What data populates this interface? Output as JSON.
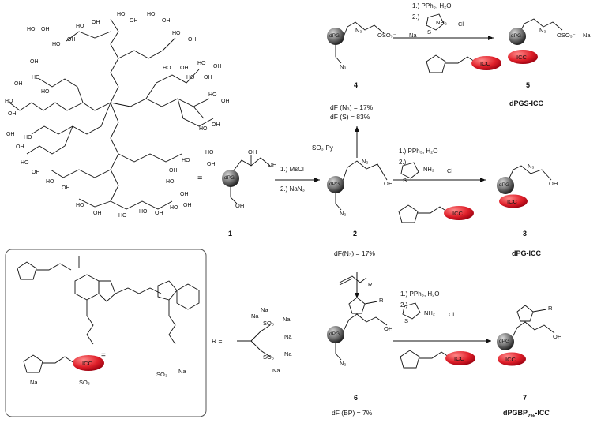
{
  "equals": "=",
  "compound_numbers": {
    "c1": "1",
    "c2": "2",
    "c3": "3",
    "c4": "4",
    "c5": "5",
    "c6": "6",
    "c7": "7"
  },
  "names": {
    "c5": "dPGS-ICC",
    "c3": "dPG-ICC"
  },
  "name_c7": {
    "a": "dPGBP",
    "sub": "7%",
    "b": "-ICC"
  },
  "df_labels": {
    "df_n3_17": "dF (N₃) = 17%",
    "df_s_83": "dF (S) = 83%",
    "df_n3_17b": "dF(N₃) = 17%",
    "df_bp": "dF (BP) = 7%"
  },
  "conditions": {
    "mscl": "1.) MsCl",
    "nan3": "2.) NaN₃",
    "so3py": "SO₃·Py",
    "pph3": "1.) PPh₃, H₂O",
    "step2": "2.)"
  },
  "reagents": {
    "icc": "ICC",
    "dpg": "dPG",
    "n3": "N₃",
    "oh": "OH",
    "nh2": "NH₂",
    "cl": "Cl",
    "minus": "⊖",
    "plus": "⊕",
    "s": "S",
    "na": "Na",
    "oso3": "OSO₃⁻",
    "r": "R",
    "r_eq": "R =",
    "so3": "SO₃"
  }
}
